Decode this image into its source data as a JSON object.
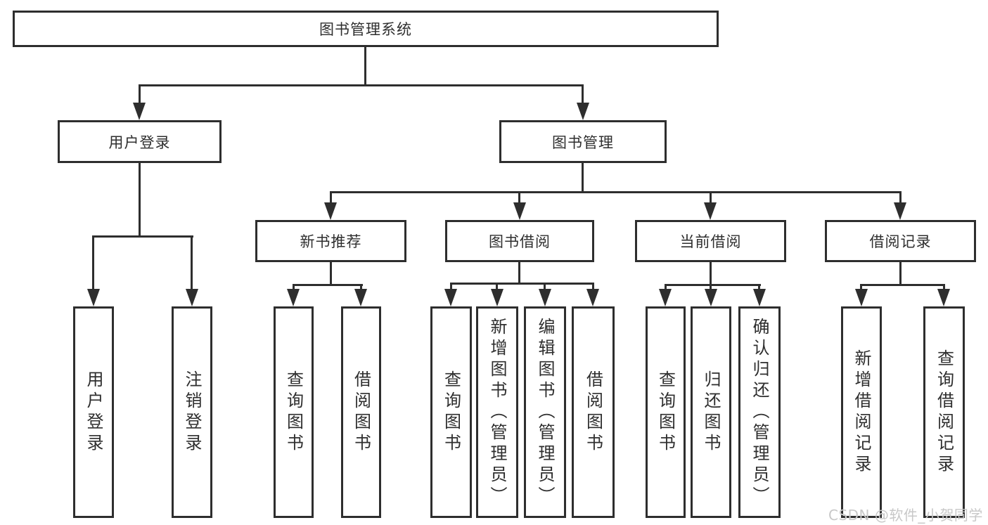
{
  "tree": {
    "label": "图书管理系统",
    "children": [
      {
        "label": "用户登录",
        "children": [
          {
            "label": "用户登录"
          },
          {
            "label": "注销登录"
          }
        ]
      },
      {
        "label": "图书管理",
        "children": [
          {
            "label": "新书推荐",
            "children": [
              {
                "label": "查询图书"
              },
              {
                "label": "借阅图书"
              }
            ]
          },
          {
            "label": "图书借阅",
            "children": [
              {
                "label": "查询图书"
              },
              {
                "label": "新增图书（管理员）"
              },
              {
                "label": "编辑图书（管理员）"
              },
              {
                "label": "借阅图书"
              }
            ]
          },
          {
            "label": "当前借阅",
            "children": [
              {
                "label": "查询图书"
              },
              {
                "label": "归还图书"
              },
              {
                "label": "确认归还（管理员）"
              }
            ]
          },
          {
            "label": "借阅记录",
            "children": [
              {
                "label": "新增借阅记录"
              },
              {
                "label": "查询借阅记录"
              }
            ]
          }
        ]
      }
    ]
  },
  "watermark": "CSDN @软件_小贺同学",
  "colors": {
    "ink": "#2e2e2e",
    "background": "#ffffff",
    "watermark": "#c8c8c8"
  }
}
